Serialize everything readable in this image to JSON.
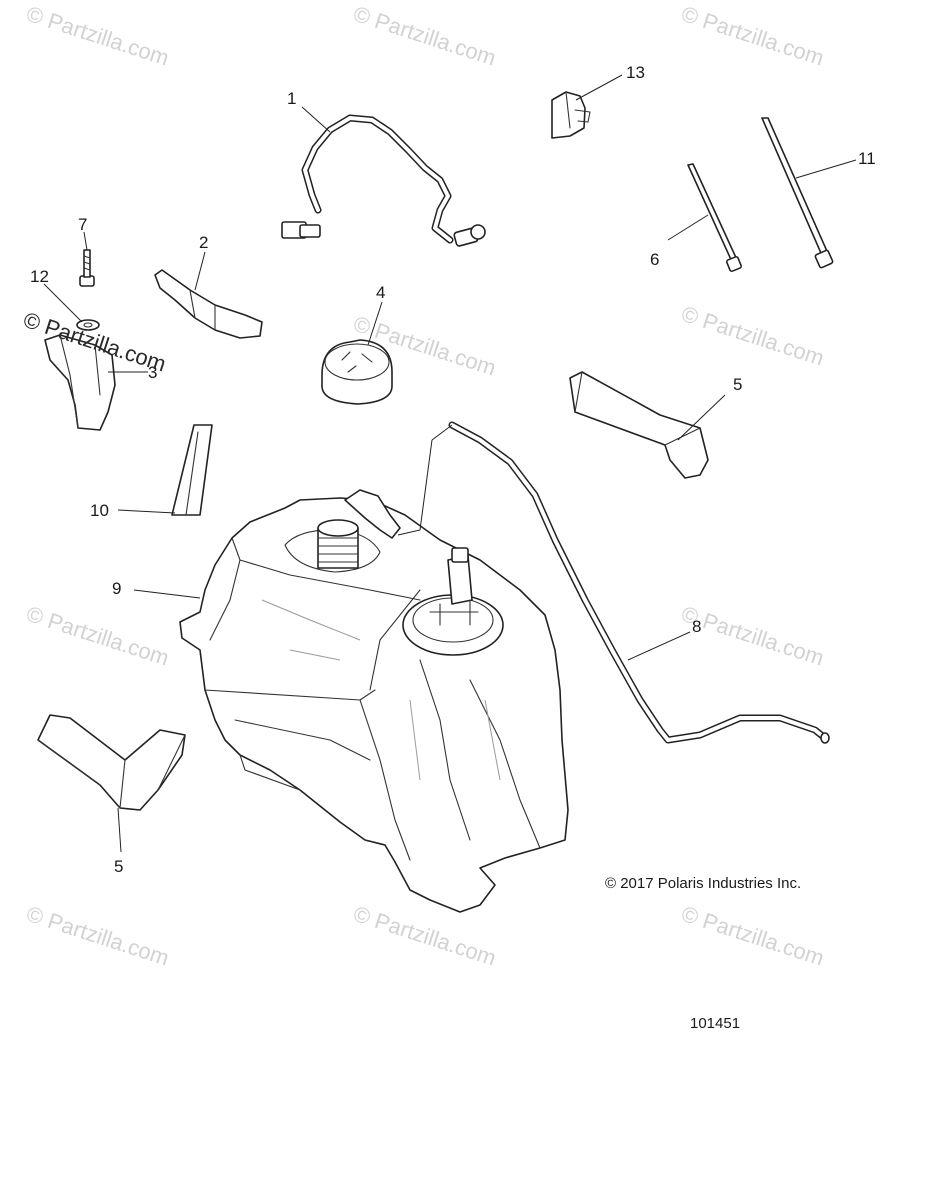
{
  "watermark": {
    "text": "© Partzilla.com"
  },
  "callouts": [
    {
      "id": "1",
      "label": "1"
    },
    {
      "id": "2",
      "label": "2"
    },
    {
      "id": "3",
      "label": "3"
    },
    {
      "id": "4",
      "label": "4"
    },
    {
      "id": "5a",
      "label": "5"
    },
    {
      "id": "5b",
      "label": "5"
    },
    {
      "id": "6",
      "label": "6"
    },
    {
      "id": "7",
      "label": "7"
    },
    {
      "id": "8",
      "label": "8"
    },
    {
      "id": "9",
      "label": "9"
    },
    {
      "id": "10",
      "label": "10"
    },
    {
      "id": "11",
      "label": "11"
    },
    {
      "id": "12",
      "label": "12"
    },
    {
      "id": "13",
      "label": "13"
    }
  ],
  "footer": {
    "copyright": "© 2017 Polaris Industries Inc.",
    "diagram_id": "101451"
  }
}
